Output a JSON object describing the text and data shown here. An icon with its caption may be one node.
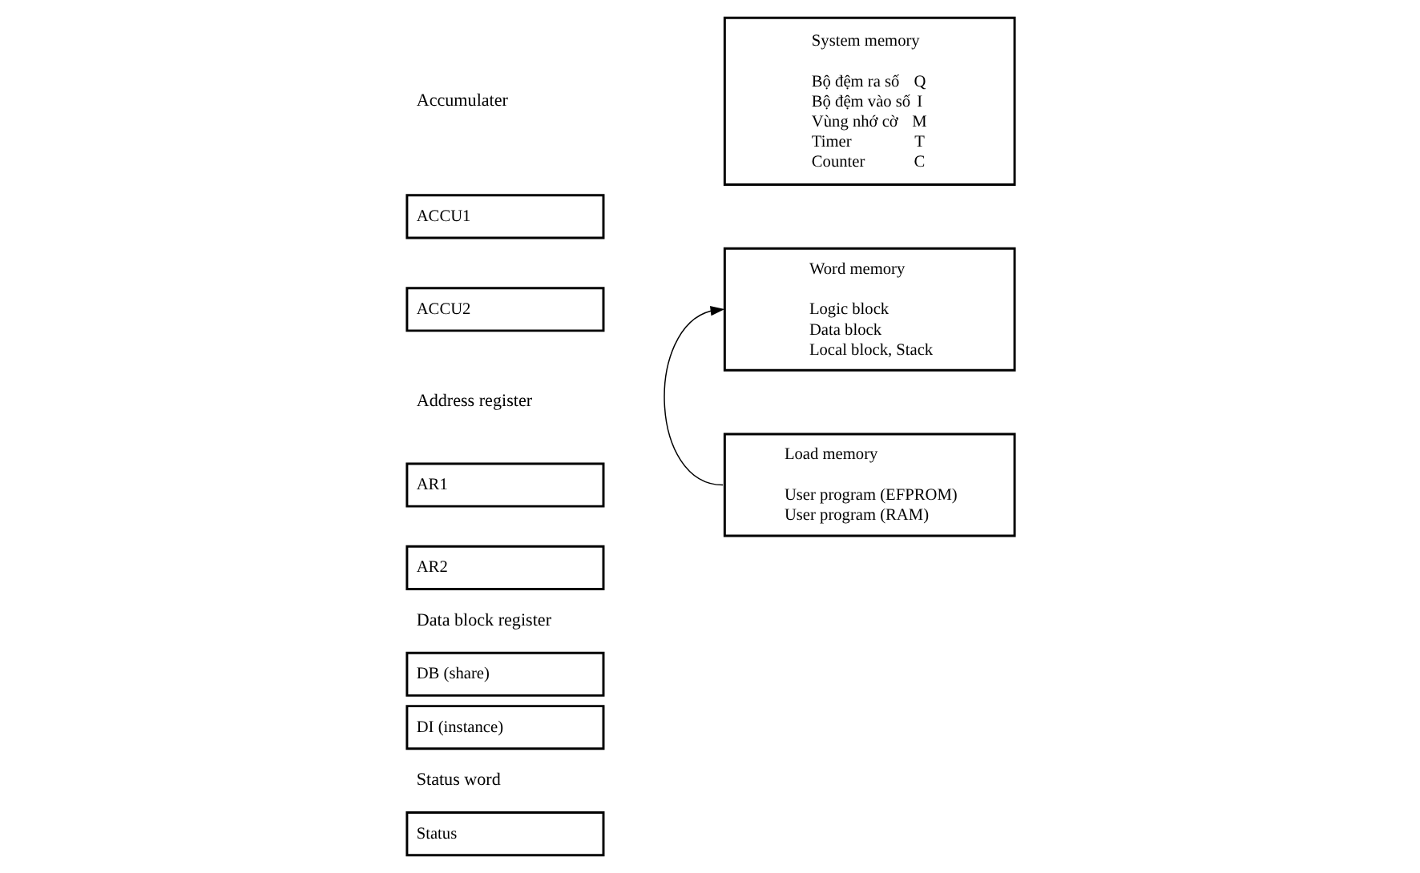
{
  "diagram": {
    "nodes": [
      {
        "text": [
          "ACCU1"
        ]
      },
      {
        "text": [
          "ACCU2"
        ]
      },
      {
        "text": [
          "AR1"
        ]
      },
      {
        "text": [
          "AR2"
        ]
      },
      {
        "text": [
          "DB (share)"
        ]
      },
      {
        "text": [
          "DI (instance)"
        ]
      },
      {
        "text": [
          "Status"
        ]
      },
      {
        "text": [
          "System memory",
          "Bộ đệm ra số",
          "Q",
          "Bộ đệm vào số",
          "I",
          "Vùng nhớ cờ",
          "M",
          "Timer",
          "T",
          "Counter",
          "C"
        ]
      },
      {
        "text": [
          "Word memory",
          "Logic block",
          "Data block",
          "Local block, Stack"
        ]
      },
      {
        "text": [
          "Load memory",
          "User program (EFPROM)",
          "User program (RAM)"
        ]
      }
    ],
    "edges": [
      {
        "from": 9,
        "to": 8,
        "arrow": "to"
      }
    ],
    "labels": [
      "Accumulater",
      "Address register",
      "Data block register",
      "Status word"
    ]
  }
}
